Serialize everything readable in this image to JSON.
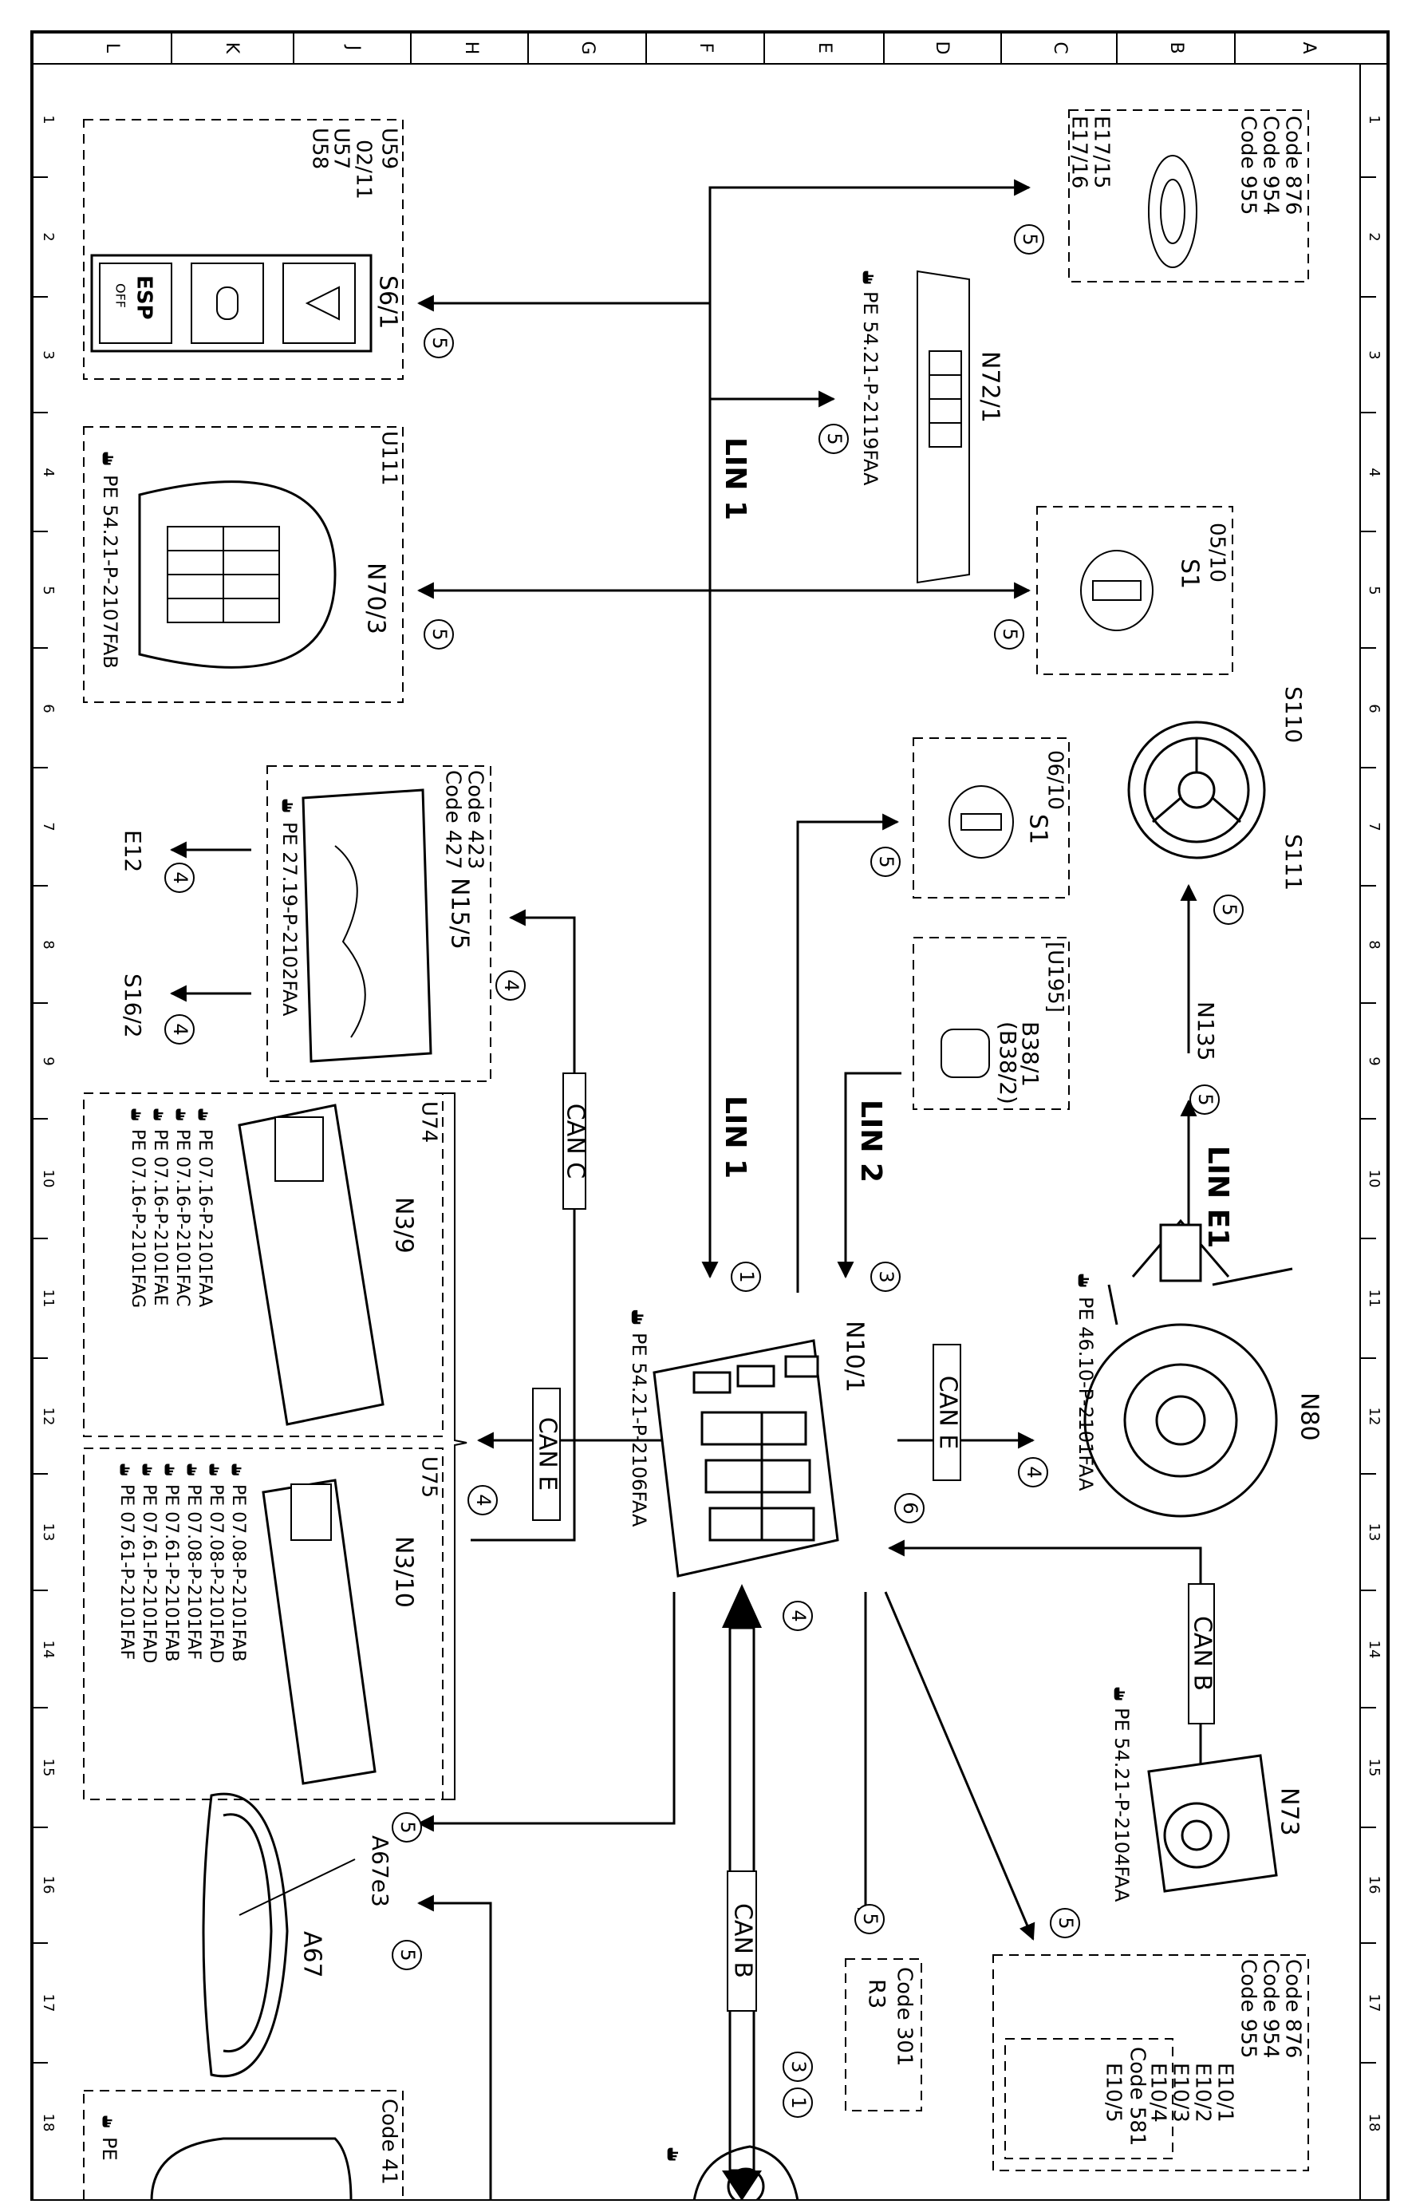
{
  "colors": {
    "line": "#000000",
    "bg": "#ffffff"
  },
  "icons": [
    "pe-hand-icon"
  ],
  "grid": {
    "cols": [
      "L",
      "K",
      "J",
      "H",
      "G",
      "F",
      "E",
      "D",
      "C",
      "B",
      "A"
    ],
    "rows": [
      "1",
      "2",
      "3",
      "4",
      "5",
      "6",
      "7",
      "8",
      "9",
      "10",
      "11",
      "12",
      "13",
      "14",
      "15",
      "16",
      "17",
      "18"
    ]
  },
  "center": {
    "name": "N10/1",
    "ref": "PE 54.21-P-2106FAA"
  },
  "buses": {
    "lin1_top": "LIN 1",
    "lin1_mid": "LIN 1",
    "lin2": "LIN 2",
    "line1": "LIN E1",
    "can_c": "CAN C",
    "can_e_left": "CAN E",
    "can_e_right": "CAN E",
    "can_b_right": "CAN B",
    "can_b_bottom": "CAN B"
  },
  "numbers": {
    "n5": "5",
    "n4": "4",
    "n1": "1",
    "n3": "3",
    "n6": "6"
  },
  "components": {
    "code_box_top": {
      "lines": [
        "Code 876",
        "Code 954",
        "Code 955"
      ],
      "parts": [
        "E17/15",
        "E17/16"
      ]
    },
    "n72": {
      "name": "N72/1",
      "ref": "PE 54.21-P-2119FAA"
    },
    "s1_top": {
      "name": "S1",
      "note": "05/10"
    },
    "s110": "S110",
    "s111": "S111",
    "n135": "N135",
    "s1_mid": {
      "name": "S1",
      "note": "06/10"
    },
    "u195": {
      "tag": "[U195]",
      "name": "B38/1",
      "alt": "(B38/2)"
    },
    "n80": {
      "name": "N80",
      "ref": "PE 46.10-P-2101FAA"
    },
    "n73": {
      "name": "N73",
      "ref": "PE 54.21-P-2104FAA"
    },
    "e10_box": {
      "lines": [
        "Code 876",
        "Code 954",
        "Code 955"
      ],
      "parts": [
        "E10/1",
        "E10/2",
        "E10/3",
        "E10/4"
      ],
      "inner_code": "Code 581",
      "inner_part": "E10/5"
    },
    "r3_box": {
      "code": "Code 301",
      "name": "R3"
    },
    "a67": {
      "name": "A67",
      "sub": "A67e3"
    },
    "u59": {
      "tag": "U59",
      "notes": [
        "02/11",
        "U57",
        "U58"
      ],
      "name": "S6/1",
      "esp": "ESP",
      "off": "OFF"
    },
    "u111": {
      "tag": "U111",
      "name": "N70/3",
      "ref": "PE 54.21-P-2107FAB"
    },
    "n15": {
      "codes": [
        "Code 423",
        "Code 427"
      ],
      "name": "N15/5",
      "ref": "PE 27.19-P-2102FAA"
    },
    "e12": "E12",
    "s16": "S16/2",
    "u74": {
      "tag": "U74",
      "name": "N3/9",
      "refs": [
        "PE 07.16-P-2101FAA",
        "PE 07.16-P-2101FAC",
        "PE 07.16-P-2101FAE",
        "PE 07.16-P-2101FAG"
      ]
    },
    "u75": {
      "tag": "U75",
      "name": "N3/10",
      "refs": [
        "PE 07.08-P-2101FAB",
        "PE 07.08-P-2101FAD",
        "PE 07.08-P-2101FAF",
        "PE 07.61-P-2101FAB",
        "PE 07.61-P-2101FAD",
        "PE 07.61-P-2101FAF"
      ]
    },
    "bottom_left": {
      "code": "Code 41",
      "ref": "PE"
    }
  }
}
